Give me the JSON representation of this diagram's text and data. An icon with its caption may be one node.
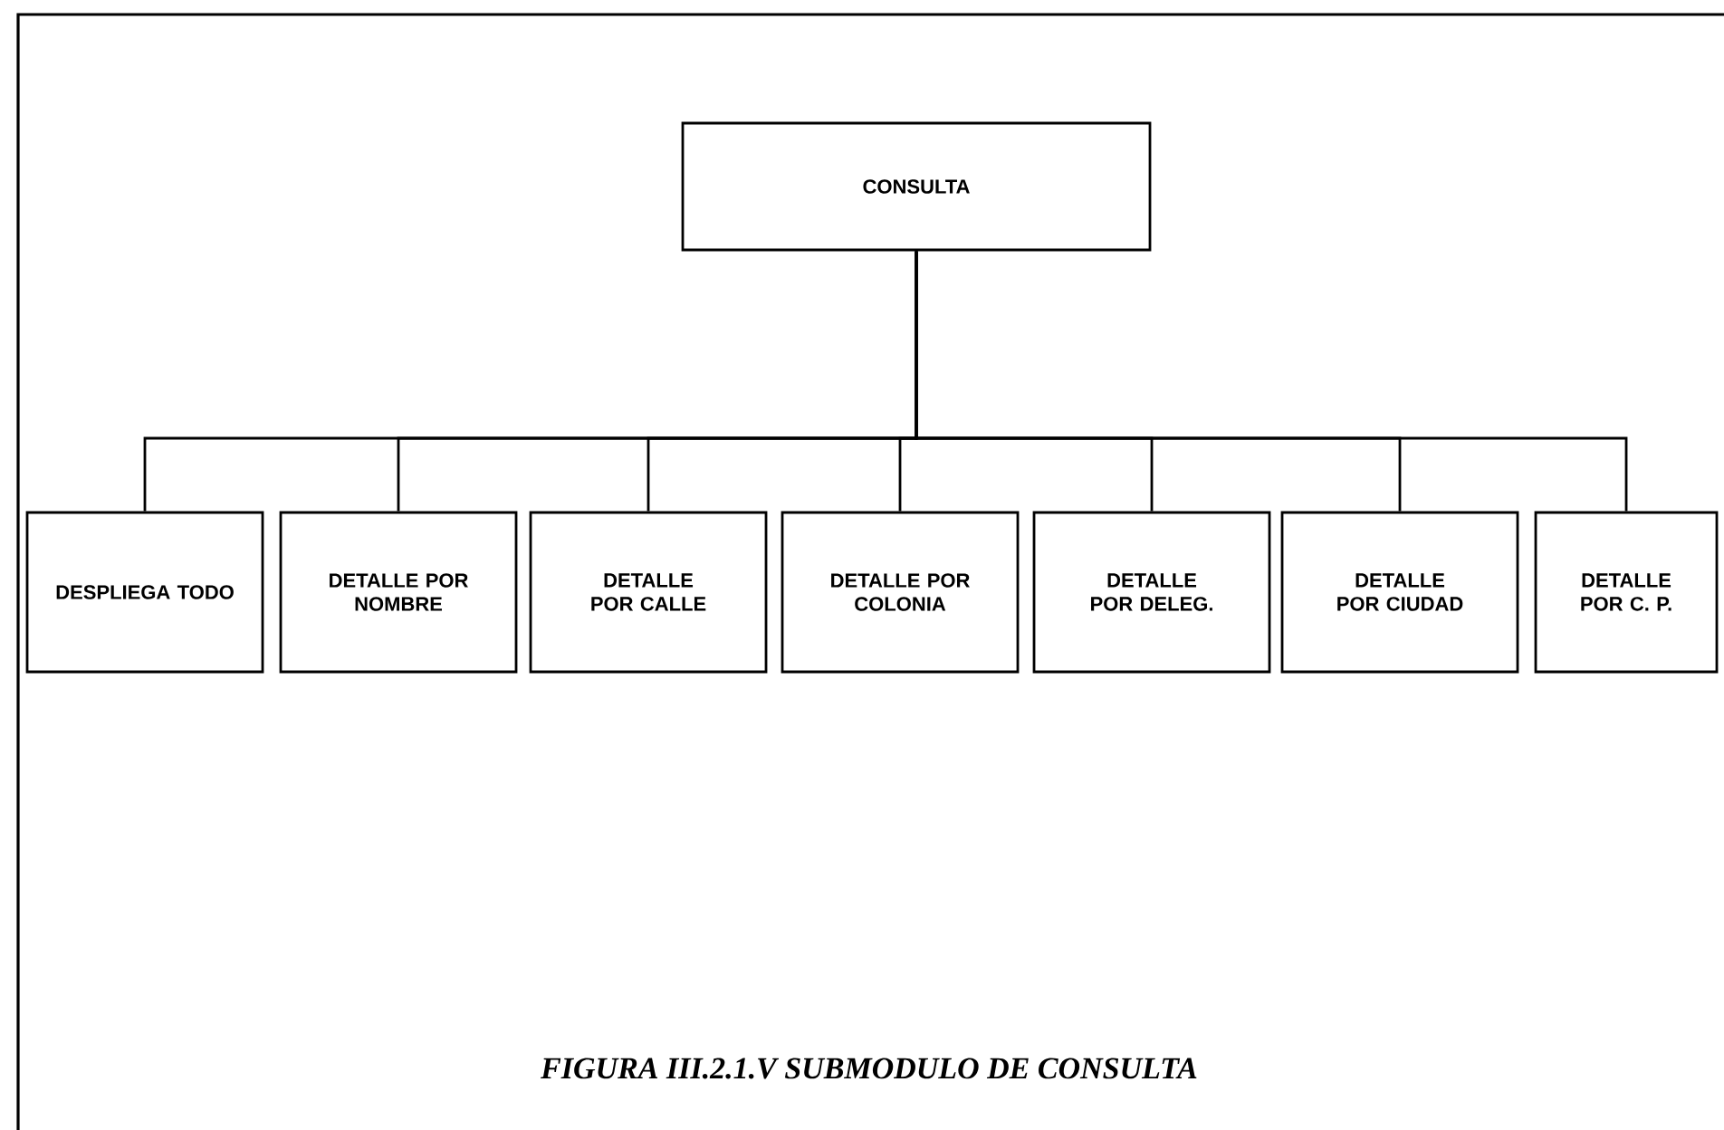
{
  "diagram": {
    "caption": "FIGURA III.2.1.V SUBMODULO DE CONSULTA",
    "nodes": [
      {
        "text": [
          "CONSULTA"
        ]
      },
      {
        "text": [
          "DESPLIEGA TODO"
        ]
      },
      {
        "text": [
          "DETALLE POR NOMBRE"
        ]
      },
      {
        "text": [
          "DETALLE POR CALLE"
        ]
      },
      {
        "text": [
          "DETALLE POR COLONIA"
        ]
      },
      {
        "text": [
          "DETALLE POR DELEG."
        ]
      },
      {
        "text": [
          "DETALLE POR CIUDAD"
        ]
      },
      {
        "text": [
          "DETALLE POR C. P."
        ]
      }
    ],
    "edges": [
      {
        "from": 0,
        "to": 1,
        "arrow": "none"
      },
      {
        "from": 0,
        "to": 2,
        "arrow": "none"
      },
      {
        "from": 0,
        "to": 3,
        "arrow": "none"
      },
      {
        "from": 0,
        "to": 4,
        "arrow": "none"
      },
      {
        "from": 0,
        "to": 5,
        "arrow": "none"
      },
      {
        "from": 0,
        "to": 6,
        "arrow": "none"
      },
      {
        "from": 0,
        "to": 7,
        "arrow": "none"
      }
    ]
  }
}
